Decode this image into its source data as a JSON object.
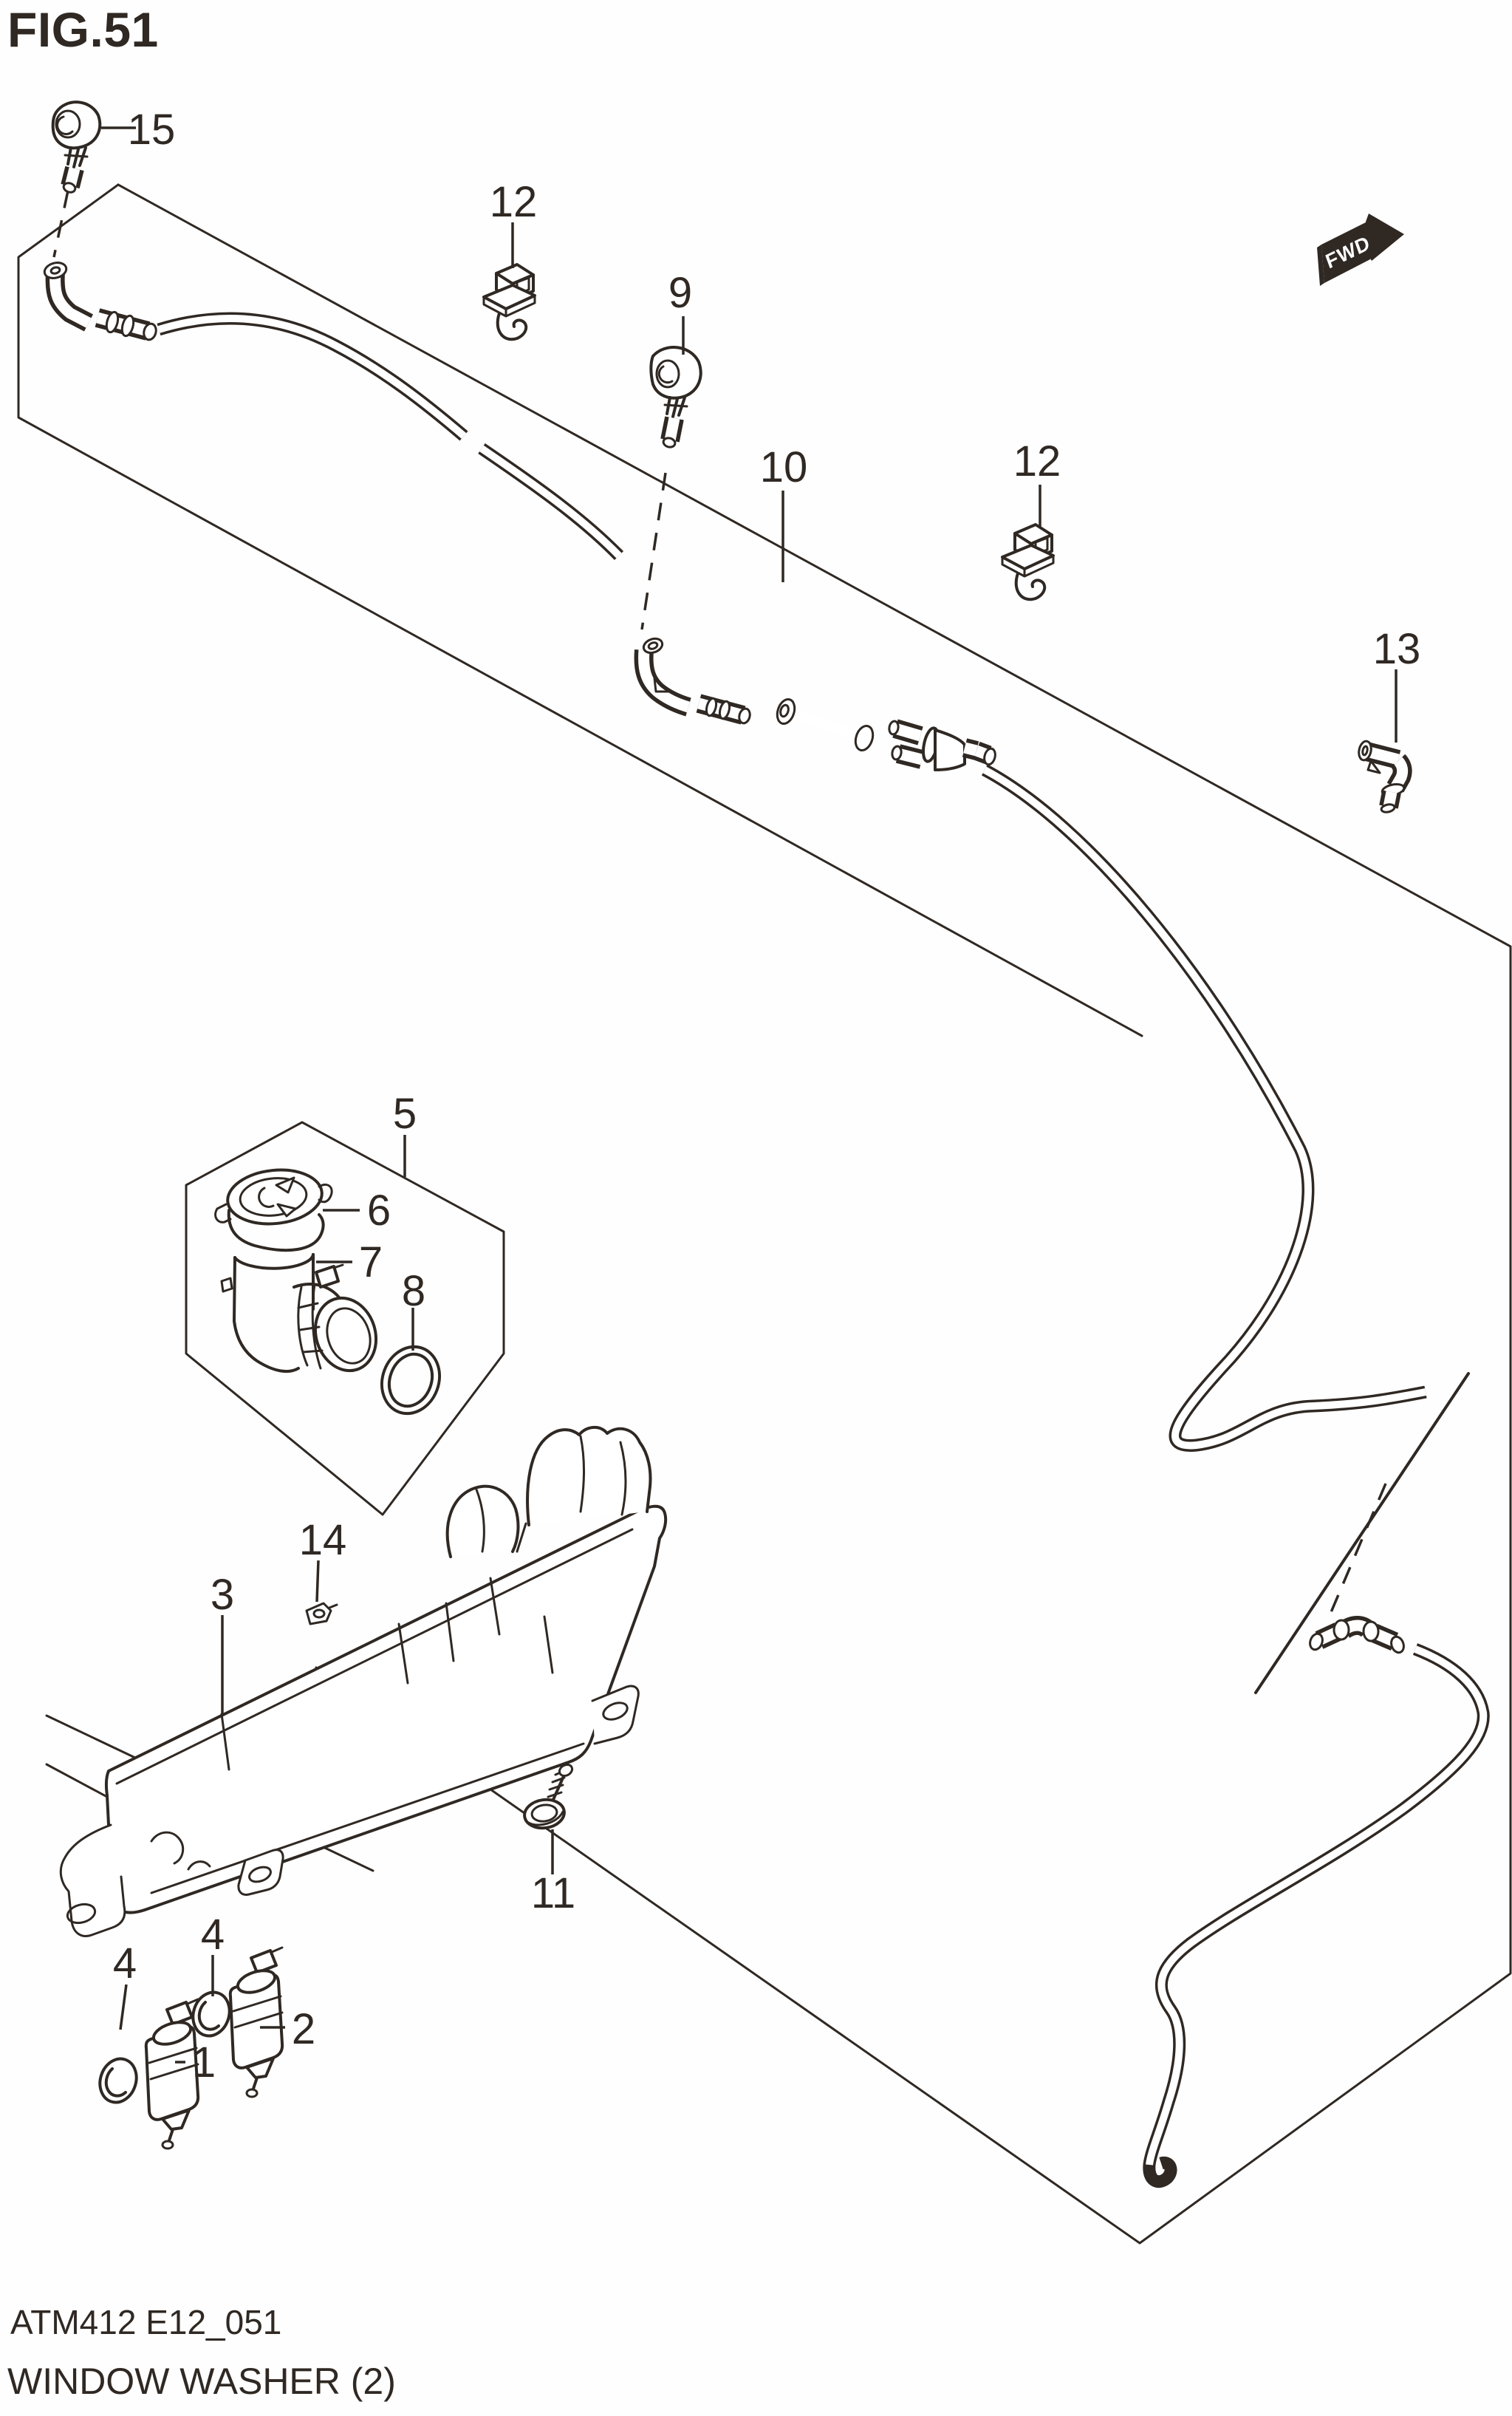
{
  "page": {
    "title": "FIG.51",
    "footer_code": "ATM412 E12_051",
    "footer_caption": "WINDOW WASHER (2)"
  },
  "direction_indicator": {
    "label": "FWD",
    "icon": "fwd-arrow-icon"
  },
  "colors": {
    "line": "#2f2823",
    "background": "#fefefe",
    "badge_text": "#ffffff"
  },
  "callouts": [
    {
      "part": "15",
      "label": "15"
    },
    {
      "part": "12",
      "label": "12"
    },
    {
      "part": "9",
      "label": "9"
    },
    {
      "part": "10",
      "label": "10"
    },
    {
      "part": "12",
      "label": "12"
    },
    {
      "part": "13",
      "label": "13"
    },
    {
      "part": "5",
      "label": "5"
    },
    {
      "part": "6",
      "label": "6"
    },
    {
      "part": "7",
      "label": "7"
    },
    {
      "part": "8",
      "label": "8"
    },
    {
      "part": "14",
      "label": "14"
    },
    {
      "part": "3",
      "label": "3"
    },
    {
      "part": "11",
      "label": "11"
    },
    {
      "part": "4",
      "label": "4"
    },
    {
      "part": "4",
      "label": "4"
    },
    {
      "part": "1",
      "label": "1"
    },
    {
      "part": "2",
      "label": "2"
    }
  ]
}
